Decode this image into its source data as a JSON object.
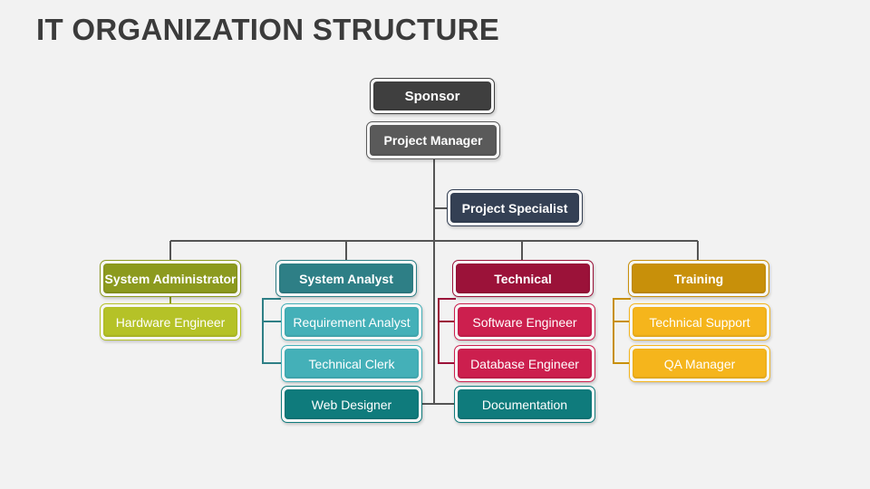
{
  "title": "IT ORGANIZATION STRUCTURE",
  "colors": {
    "sponsor": "#3f3f3f",
    "manager": "#5a5a5a",
    "specialist": "#344054",
    "admin": "#8c9a1e",
    "admin_light": "#b5c227",
    "analyst": "#2e7f86",
    "analyst_light": "#44b0b8",
    "technical": "#9b1239",
    "technical_light": "#cc1f4e",
    "training": "#c8900a",
    "training_light": "#f5b51c",
    "teal_dark": "#0f7b7c",
    "line": "#555555"
  },
  "top": {
    "sponsor": "Sponsor",
    "manager": "Project Manager",
    "specialist": "Project Specialist"
  },
  "departments": {
    "admin": {
      "head": "System Administrator",
      "items": [
        "Hardware Engineer"
      ]
    },
    "analyst": {
      "head": "System Analyst",
      "items": [
        "Requirement Analyst",
        "Technical Clerk"
      ]
    },
    "technical": {
      "head": "Technical",
      "items": [
        "Software Engineer",
        "Database Engineer"
      ]
    },
    "training": {
      "head": "Training",
      "items": [
        "Technical Support",
        "QA Manager"
      ]
    }
  },
  "bottom": {
    "web": "Web Designer",
    "docs": "Documentation"
  }
}
